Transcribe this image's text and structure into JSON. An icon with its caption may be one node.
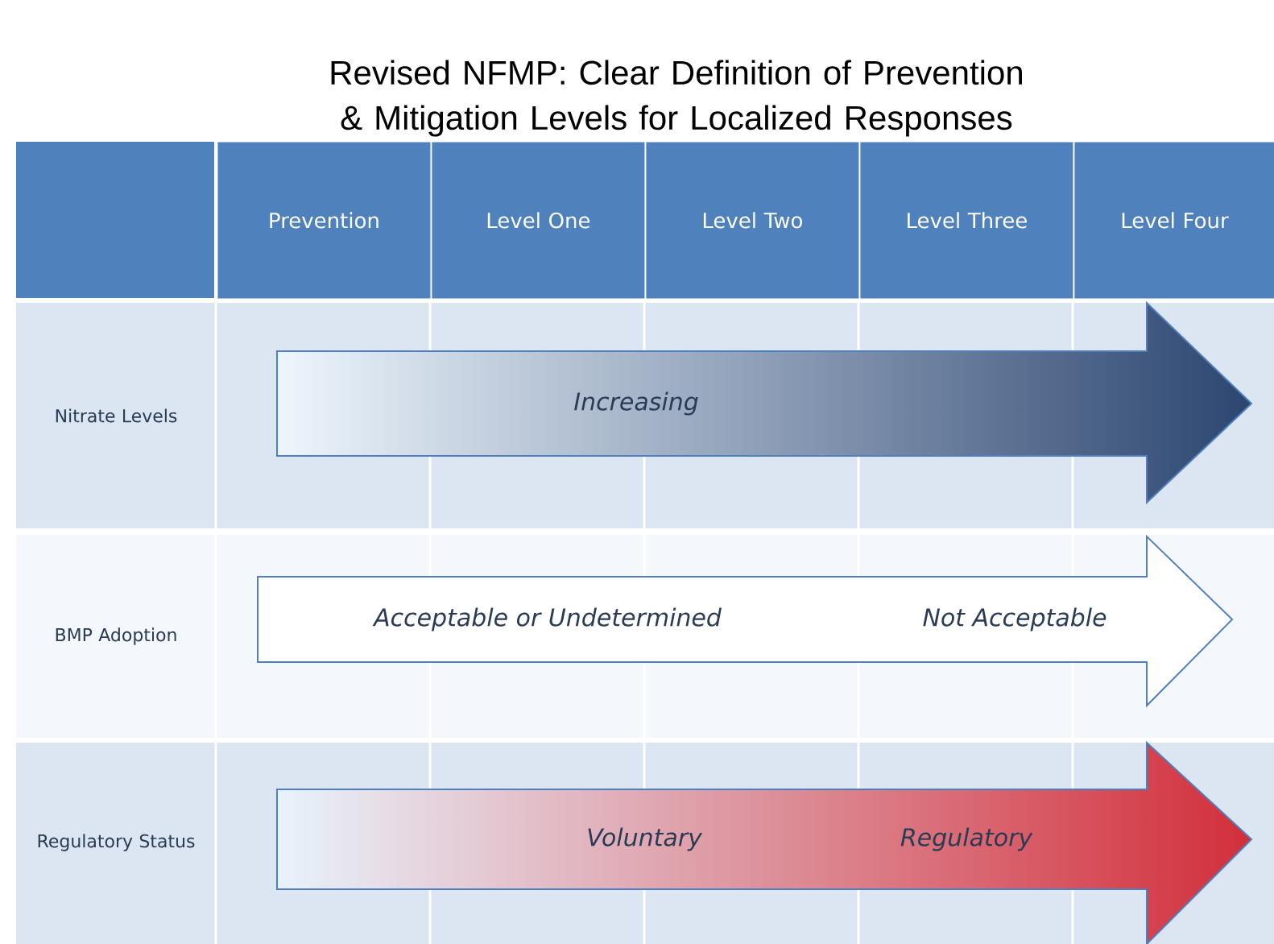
{
  "diagram": {
    "title": "Revised NFMP: Clear Definition of Prevention & Mitigation Levels for Localized Responses",
    "nodes": [
      {
        "text": [
          "Increasing"
        ]
      },
      {
        "text": [
          "Acceptable or Undetermined",
          "Not Acceptable"
        ]
      },
      {
        "text": [
          "Voluntary",
          "Regulatory"
        ]
      }
    ],
    "labels": [
      "Prevention",
      "Level One",
      "Level Two",
      "Level Three",
      "Level Four",
      "Nitrate Levels",
      "BMP Adoption",
      "Regulatory Status"
    ]
  }
}
